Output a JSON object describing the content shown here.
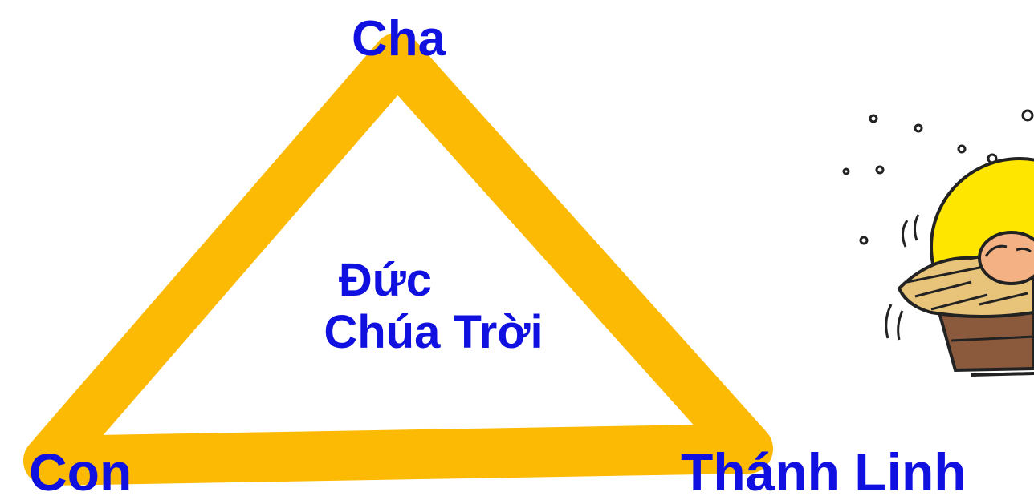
{
  "diagram": {
    "vertex_top": "Cha",
    "vertex_bottom_left": "Con",
    "vertex_bottom_right": "Thánh Linh",
    "center_line1": "Đức",
    "center_line2": "Chúa Trời"
  },
  "colors": {
    "triangle": "#FCBA05",
    "text": "#1010E0",
    "background": "#FFFFFF"
  },
  "illustration": {
    "icon": "manger-icon"
  }
}
